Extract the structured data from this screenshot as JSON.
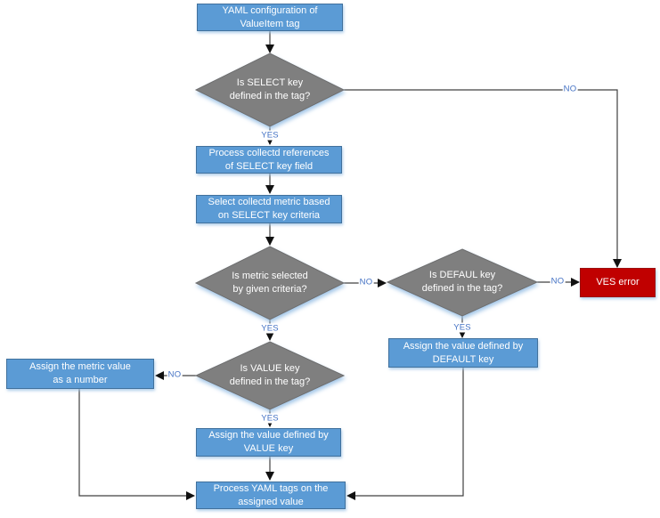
{
  "diagram": {
    "type": "flowchart",
    "colors": {
      "process_fill": "#5B9BD5",
      "process_border": "#41719C",
      "decision_fill": "#7F7F7F",
      "decision_border": "#6E6E6E",
      "error_fill": "#C00000",
      "error_border": "#9C0F0F",
      "connector": "#404040",
      "edge_label": "#4472C4",
      "node_text": "#FFFFFF",
      "shadow_glow": "#9DC3E6"
    },
    "nodes": {
      "yaml_config": {
        "type": "process",
        "label": "YAML configuration of\nValueItem tag"
      },
      "select_key_decision": {
        "type": "decision",
        "label": "Is SELECT key\ndefined in the tag?"
      },
      "process_references": {
        "type": "process",
        "label": "Process collectd references\nof SELECT key field"
      },
      "select_metric": {
        "type": "process",
        "label": "Select collectd metric based\non SELECT key criteria"
      },
      "metric_selected_decision": {
        "type": "decision",
        "label": "Is metric selected\nby given criteria?"
      },
      "default_key_decision": {
        "type": "decision",
        "label": "Is DEFAUL key\ndefined in the tag?"
      },
      "ves_error": {
        "type": "error",
        "label": "VES error"
      },
      "assign_default": {
        "type": "process",
        "label": "Assign the value defined by\nDEFAULT key"
      },
      "value_key_decision": {
        "type": "decision",
        "label": "Is VALUE key\ndefined in the tag?"
      },
      "assign_metric_number": {
        "type": "process",
        "label": "Assign the metric value\nas a number"
      },
      "assign_value": {
        "type": "process",
        "label": "Assign the value defined by\nVALUE key"
      },
      "process_yaml_tags": {
        "type": "process",
        "label": "Process YAML tags on the\nassigned value"
      }
    },
    "edge_labels": {
      "yes": "YES",
      "no": "NO"
    }
  }
}
